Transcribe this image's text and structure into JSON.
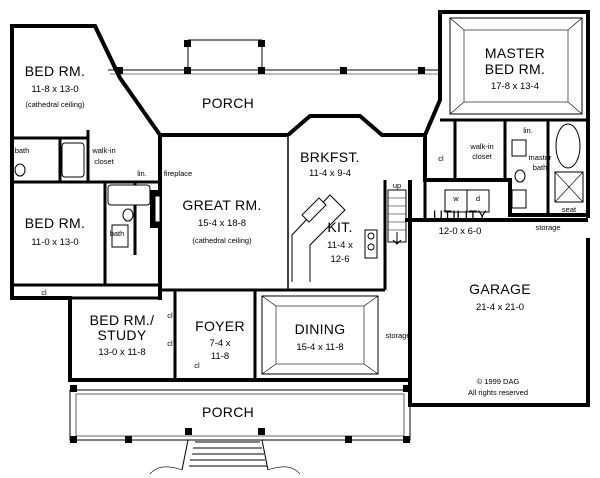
{
  "rooms": {
    "bed1": {
      "name": "BED RM.",
      "dims": "11-8 x 13-0",
      "note": "(cathedral ceiling)"
    },
    "bed2": {
      "name": "BED RM.",
      "dims": "11-0 x 13-0"
    },
    "bed3": {
      "name_line1": "BED RM./",
      "name_line2": "STUDY",
      "dims": "13-0 x 11-8"
    },
    "great": {
      "name": "GREAT RM.",
      "dims": "15-4 x 18-8",
      "note": "(cathedral ceiling)"
    },
    "brkfst": {
      "name": "BRKFST.",
      "dims": "11-4 x 9-4"
    },
    "kit": {
      "name": "KIT.",
      "dims_line1": "11-4 x",
      "dims_line2": "12-6"
    },
    "foyer": {
      "name": "FOYER",
      "dims_line1": "7-4 x",
      "dims_line2": "11-8"
    },
    "dining": {
      "name": "DINING",
      "dims": "15-4 x 11-8"
    },
    "master": {
      "name_line1": "MASTER",
      "name_line2": "BED RM.",
      "dims": "17-8 x 13-4"
    },
    "utility": {
      "name": "UTILITY",
      "dims": "12-0 x 6-0"
    },
    "garage": {
      "name": "GARAGE",
      "dims": "21-4 x 21-0"
    },
    "porch_back": {
      "name": "PORCH"
    },
    "porch_front": {
      "name": "PORCH"
    }
  },
  "labels": {
    "bath1": "bath",
    "walkin1_line1": "walk-in",
    "walkin1_line2": "closet",
    "lin1": "lin.",
    "fireplace": "fireplace",
    "bath2": "bath",
    "cl_bed2": "cl",
    "cl_study1": "cl",
    "cl_study2": "cl",
    "cl_foyer": "cl",
    "storage_dining": "storage",
    "up": "up",
    "cl_master": "cl",
    "walkin2_line1": "walk-in",
    "walkin2_line2": "closet",
    "lin2": "lin.",
    "master_bath_line1": "master",
    "master_bath_line2": "bath",
    "seat": "seat",
    "w": "w",
    "d": "d",
    "storage_garage": "storage"
  },
  "copyright": {
    "line1": "© 1999  DAG",
    "line2": "All rights reserved"
  }
}
